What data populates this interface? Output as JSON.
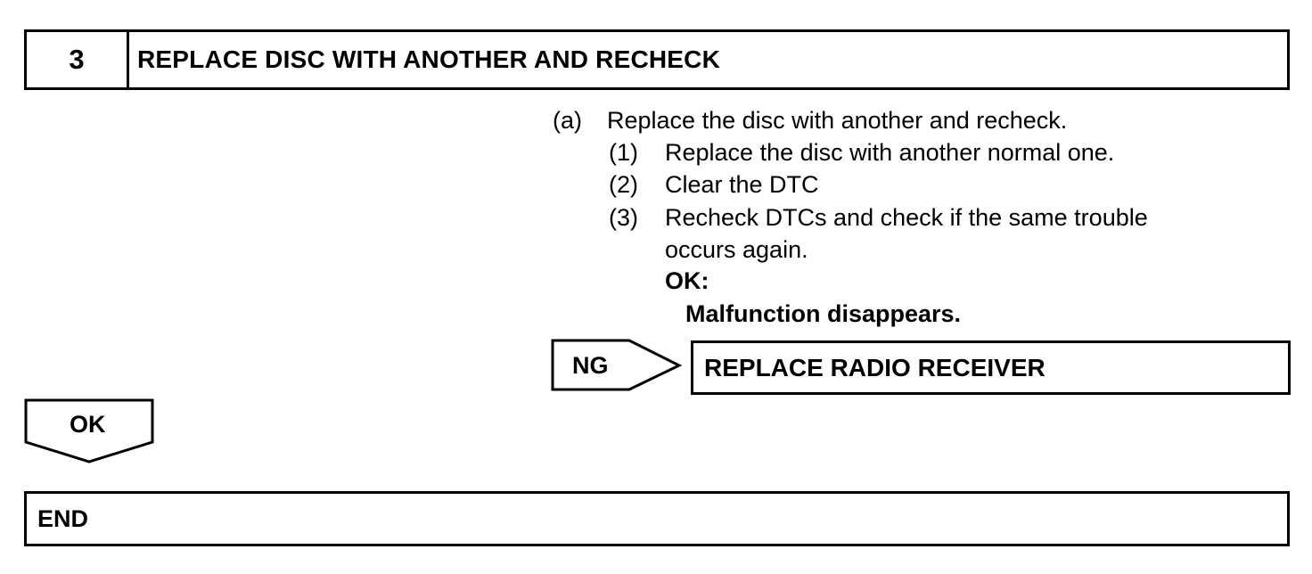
{
  "step": {
    "number": "3",
    "title": "REPLACE DISC WITH ANOTHER AND RECHECK"
  },
  "procedure": {
    "a_label": "(a)",
    "a_text": "Replace the disc with another and recheck.",
    "substeps": [
      {
        "label": "(1)",
        "text": "Replace the disc with another normal one."
      },
      {
        "label": "(2)",
        "text": "Clear the DTC"
      },
      {
        "label": "(3)",
        "text": "Recheck DTCs and check if the same trouble",
        "text_cont": "occurs again."
      }
    ],
    "ok_label": "OK:",
    "ok_text": "Malfunction disappears."
  },
  "ng_branch": {
    "label": "NG",
    "result": "REPLACE RADIO RECEIVER"
  },
  "ok_branch": {
    "label": "OK"
  },
  "end": {
    "label": "END"
  }
}
